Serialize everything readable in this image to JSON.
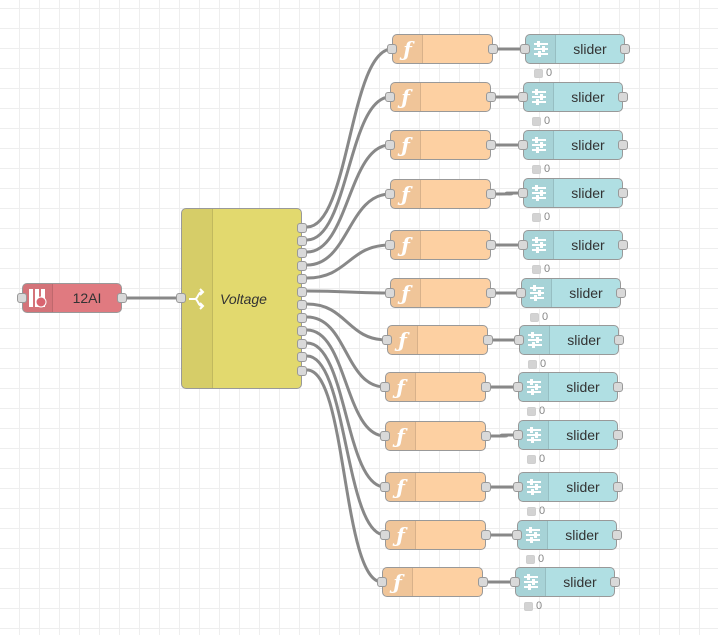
{
  "flow": {
    "source_node": {
      "type": "modbus-read",
      "label": "12AI",
      "color": "#e07a80",
      "icon": "modbus-icon"
    },
    "switch_node": {
      "type": "switch",
      "label": "Voltage",
      "color": "#e2d96e",
      "icon": "switch-icon",
      "outputs": 12
    },
    "function_node": {
      "type": "function",
      "label": "",
      "color": "#fdd0a2",
      "icon": "function-icon"
    },
    "slider_node": {
      "type": "ui_slider",
      "label": "slider",
      "color": "#b0dfe3",
      "icon": "slider-icon"
    },
    "rows": [
      {
        "function_label": "",
        "slider_label": "slider",
        "status": "0"
      },
      {
        "function_label": "",
        "slider_label": "slider",
        "status": "0"
      },
      {
        "function_label": "",
        "slider_label": "slider",
        "status": "0"
      },
      {
        "function_label": "",
        "slider_label": "slider",
        "status": "0"
      },
      {
        "function_label": "",
        "slider_label": "slider",
        "status": "0"
      },
      {
        "function_label": "",
        "slider_label": "slider",
        "status": "0"
      },
      {
        "function_label": "",
        "slider_label": "slider",
        "status": "0"
      },
      {
        "function_label": "",
        "slider_label": "slider",
        "status": "0"
      },
      {
        "function_label": "",
        "slider_label": "slider",
        "status": "0"
      },
      {
        "function_label": "",
        "slider_label": "slider",
        "status": "0"
      },
      {
        "function_label": "",
        "slider_label": "slider",
        "status": "0"
      },
      {
        "function_label": "",
        "slider_label": "slider",
        "status": "0"
      }
    ]
  }
}
